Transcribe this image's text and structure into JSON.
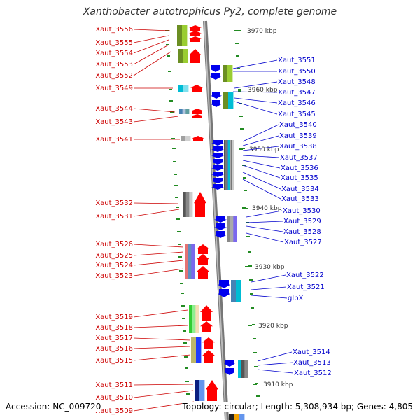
{
  "title": "Xanthobacter autotrophicus Py2, complete genome",
  "footer": {
    "accession": "Accession: NC_009720",
    "stats": "Topology: circular; Length: 5,308,934 bp; Genes: 4,805"
  },
  "colors": {
    "left_label": "#cc0000",
    "right_label": "#0000cc",
    "forward_arrow": "#ff0000",
    "reverse_arrow": "#0000ee",
    "tick": "#228b22",
    "axis": "#888888"
  },
  "kbp_markers": [
    "3970 kbp",
    "3960 kbp",
    "3950 kbp",
    "3940 kbp",
    "3930 kbp",
    "3920 kbp",
    "3910 kbp"
  ],
  "left_genes": [
    "Xaut_3556",
    "Xaut_3555",
    "Xaut_3554",
    "Xaut_3553",
    "Xaut_3552",
    "Xaut_3549",
    "Xaut_3544",
    "Xaut_3543",
    "Xaut_3541",
    "Xaut_3532",
    "Xaut_3531",
    "Xaut_3526",
    "Xaut_3525",
    "Xaut_3524",
    "Xaut_3523",
    "Xaut_3519",
    "Xaut_3518",
    "Xaut_3517",
    "Xaut_3516",
    "Xaut_3515",
    "Xaut_3511",
    "Xaut_3510",
    "Xaut_3509"
  ],
  "right_genes": [
    "Xaut_3551",
    "Xaut_3550",
    "Xaut_3548",
    "Xaut_3547",
    "Xaut_3546",
    "Xaut_3545",
    "Xaut_3540",
    "Xaut_3539",
    "Xaut_3538",
    "Xaut_3537",
    "Xaut_3536",
    "Xaut_3535",
    "Xaut_3534",
    "Xaut_3533",
    "Xaut_3530",
    "Xaut_3529",
    "Xaut_3528",
    "Xaut_3527",
    "Xaut_3522",
    "Xaut_3521",
    "glpX",
    "Xaut_3514",
    "Xaut_3513",
    "Xaut_3512"
  ]
}
